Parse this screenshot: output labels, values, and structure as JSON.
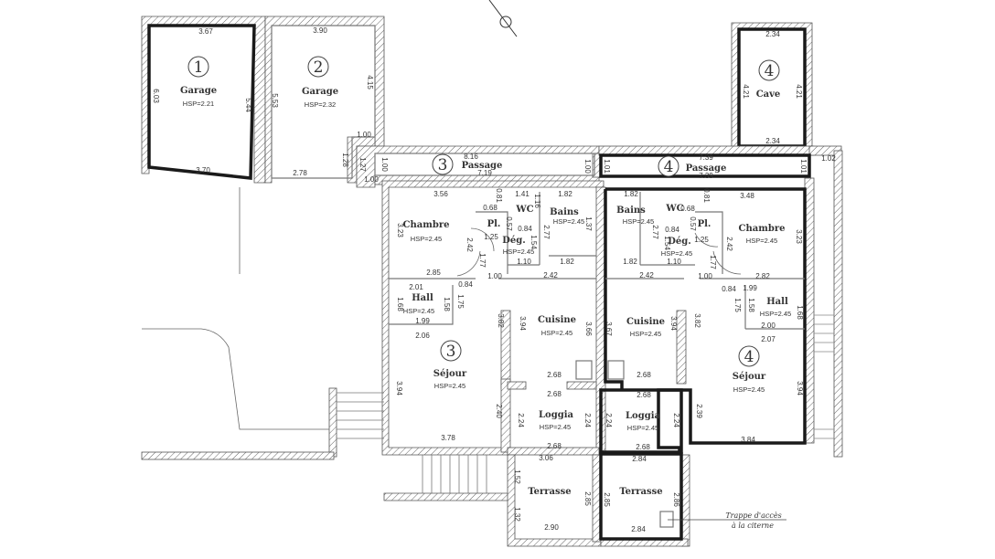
{
  "icons": {
    "compass": "north-arrow-icon",
    "hatch": "wall-hatch"
  },
  "garage_1": {
    "number": "1",
    "name": "Garage",
    "hsp": "HSP=2.21",
    "dims": [
      "3.67",
      "3.70",
      "6.03",
      "5.44"
    ]
  },
  "garage_2": {
    "number": "2",
    "name": "Garage",
    "hsp": "HSP=2.32",
    "dims": [
      "3.90",
      "2.78",
      "5.53",
      "4.15",
      "1.00",
      "1.28"
    ]
  },
  "passage_3": {
    "number": "3",
    "name": "Passage",
    "dims": [
      "8.16",
      "7.19",
      "1.00",
      "1.27",
      "1.00",
      "1.00"
    ]
  },
  "passage_4": {
    "number": "4",
    "name": "Passage",
    "dims": [
      "7.39",
      "7.39",
      "1.01",
      "1.01",
      "1.02"
    ]
  },
  "cave_4": {
    "number": "4",
    "name": "Cave",
    "dims": [
      "2.34",
      "2.34",
      "4.21",
      "4.21"
    ]
  },
  "unit_3": {
    "number": "3",
    "chambre": {
      "name": "Chambre",
      "hsp": "HSP=2.45",
      "dims": [
        "3.56",
        "3.23",
        "2.42",
        "1.77",
        "2.85",
        "1.00",
        "0.81",
        "1.41",
        "0.68"
      ]
    },
    "placard": {
      "name": "Pl.",
      "dims": [
        "0.57"
      ]
    },
    "wc": {
      "name": "WC",
      "dims": [
        "1.16"
      ]
    },
    "degagement": {
      "name": "Dég.",
      "hsp": "HSP=2.45",
      "dims": [
        "0.84",
        "1.25",
        "1.54",
        "1.10"
      ]
    },
    "bains": {
      "name": "Bains",
      "hsp": "HSP=2.45",
      "dims": [
        "1.82",
        "2.77",
        "1.37",
        "1.82"
      ]
    },
    "hall": {
      "name": "Hall",
      "hsp": "HSP=2.45",
      "dims": [
        "2.01",
        "0.84",
        "1.68",
        "1.58",
        "1.75",
        "1.99",
        "2.06"
      ]
    },
    "sejour": {
      "name": "Séjour",
      "hsp": "HSP=2.45",
      "dims": [
        "3.94",
        "2.40",
        "3.78"
      ]
    },
    "cuisine": {
      "name": "Cuisine",
      "hsp": "HSP=2.45",
      "dims": [
        "2.42",
        "3.82",
        "3.94",
        "3.66",
        "2.68"
      ]
    },
    "loggia": {
      "name": "Loggia",
      "hsp": "HSP=2.45",
      "dims": [
        "2.68",
        "2.24",
        "2.24",
        "2.68"
      ]
    },
    "terrasse": {
      "name": "Terrasse",
      "dims": [
        "3.06",
        "1.52",
        "2.85",
        "1.32",
        "2.90"
      ]
    }
  },
  "unit_4": {
    "number": "4",
    "bains": {
      "name": "Bains",
      "hsp": "HSP=2.45",
      "dims": [
        "1.82",
        "2.77",
        "1.82"
      ]
    },
    "wc": {
      "name": "WC",
      "dims": [
        "0.68",
        "0.81"
      ]
    },
    "placard": {
      "name": "Pl.",
      "dims": [
        "0.57"
      ]
    },
    "degagement": {
      "name": "Dég.",
      "hsp": "HSP=2.45",
      "dims": [
        "0.84",
        "1.25",
        "1.54",
        "1.10"
      ]
    },
    "chambre": {
      "name": "Chambre",
      "hsp": "HSP=2.45",
      "dims": [
        "3.48",
        "3.23",
        "2.42",
        "1.77",
        "1.00",
        "2.82"
      ]
    },
    "hall": {
      "name": "Hall",
      "hsp": "HSP=2.45",
      "dims": [
        "0.84",
        "1.99",
        "1.75",
        "1.58",
        "1.68",
        "2.00",
        "2.07"
      ]
    },
    "cuisine": {
      "name": "Cuisine",
      "hsp": "HSP=2.45",
      "dims": [
        "2.42",
        "3.67",
        "3.94",
        "3.82",
        "2.68"
      ]
    },
    "loggia": {
      "name": "Loggia",
      "hsp": "HSP=2.45",
      "dims": [
        "2.68",
        "2.24",
        "2.24",
        "2.68"
      ]
    },
    "sejour": {
      "name": "Séjour",
      "hsp": "HSP=2.45",
      "dims": [
        "2.39",
        "3.94",
        "3.84"
      ]
    },
    "terrasse": {
      "name": "Terrasse",
      "dims": [
        "2.84",
        "2.85",
        "2.86",
        "2.84"
      ]
    }
  },
  "note": {
    "line1": "Trappe d'accès",
    "line2": "à la citerne"
  }
}
